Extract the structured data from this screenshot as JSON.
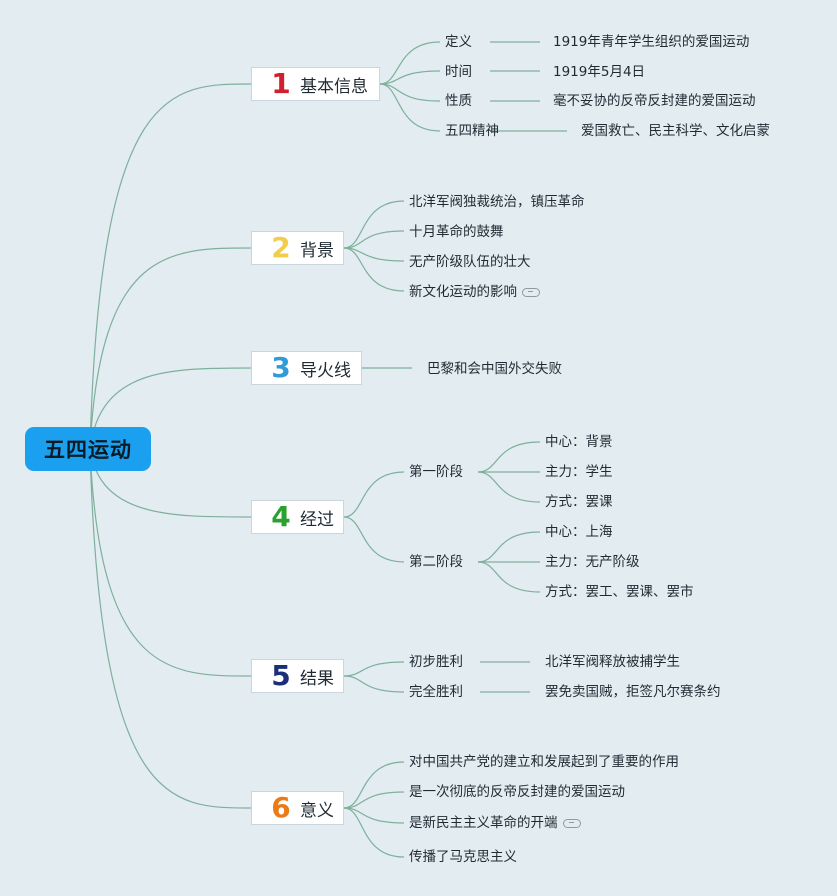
{
  "root": "五四运动",
  "colors": {
    "root_bg": "#1aa0ee",
    "link": "#7eb09c"
  },
  "branches": [
    {
      "num": "1",
      "label": "基本信息",
      "color": "#d0202e"
    },
    {
      "num": "2",
      "label": "背景",
      "color": "#f2cd4a"
    },
    {
      "num": "3",
      "label": "导火线",
      "color": "#2f9bd8"
    },
    {
      "num": "4",
      "label": "经过",
      "color": "#2aa02e"
    },
    {
      "num": "5",
      "label": "结果",
      "color": "#1b2e7a"
    },
    {
      "num": "6",
      "label": "意义",
      "color": "#ec7a16"
    }
  ],
  "basic_info": [
    {
      "key": "定义",
      "value": "1919年青年学生组织的爱国运动"
    },
    {
      "key": "时间",
      "value": "1919年5月4日"
    },
    {
      "key": "性质",
      "value": "毫不妥协的反帝反封建的爱国运动"
    },
    {
      "key": "五四精神",
      "value": "爱国救亡、民主科学、文化启蒙"
    }
  ],
  "background": [
    "北洋军阀独裁统治，镇压革命",
    "十月革命的鼓舞",
    "无产阶级队伍的壮大",
    "新文化运动的影响"
  ],
  "trigger": "巴黎和会中国外交失败",
  "process": [
    {
      "stage": "第一阶段",
      "items": [
        "中心：背景",
        "主力：学生",
        "方式：罢课"
      ]
    },
    {
      "stage": "第二阶段",
      "items": [
        "中心：上海",
        "主力：无产阶级",
        "方式：罢工、罢课、罢市"
      ]
    }
  ],
  "results": [
    {
      "key": "初步胜利",
      "value": "北洋军阀释放被捕学生"
    },
    {
      "key": "完全胜利",
      "value": "罢免卖国贼，拒签凡尔赛条约"
    }
  ],
  "significance": [
    "对中国共产党的建立和发展起到了重要的作用",
    "是一次彻底的反帝反封建的爱国运动",
    "是新民主主义革命的开端",
    "传播了马克思主义"
  ]
}
